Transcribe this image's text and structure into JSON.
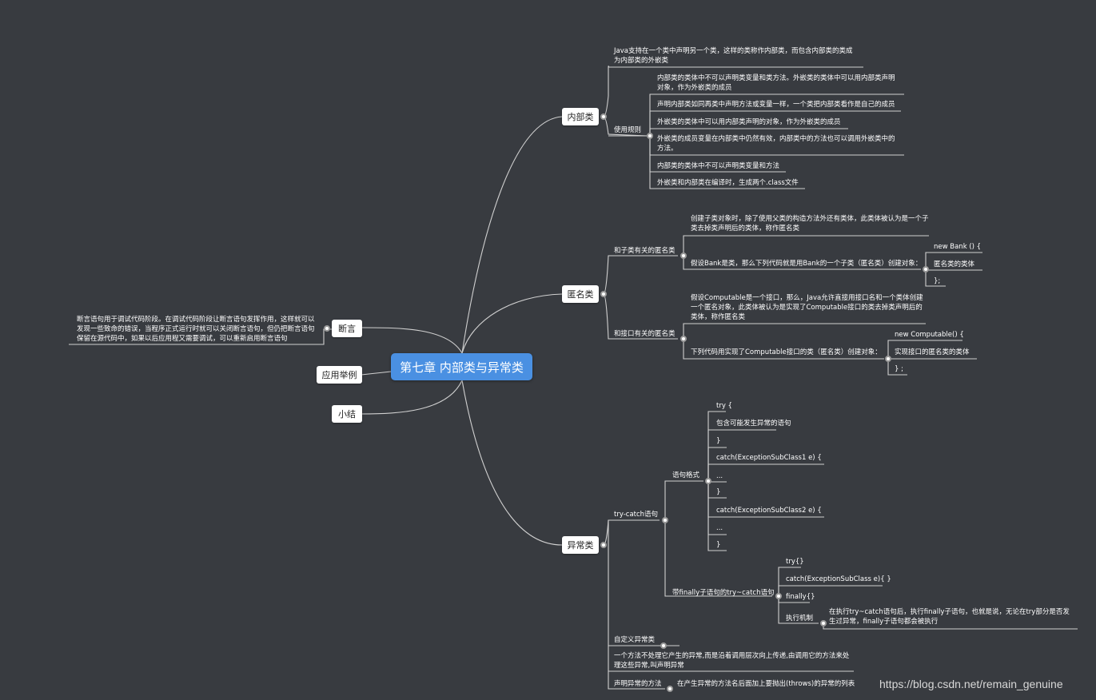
{
  "central": "第七章 内部类与异常类",
  "branches": {
    "inner": "内部类",
    "anon": "匿名类",
    "assert": "断言",
    "example": "应用举例",
    "summary": "小结",
    "exception": "异常类"
  },
  "inner": {
    "def": "Java支持在一个类中声明另一个类，这样的类称作内部类，而包含内部类的类成为内部类的外嵌类",
    "rules_label": "使用规则",
    "rules": [
      "内部类的类体中不可以声明类变量和类方法。外嵌类的类体中可以用内部类声明对象，作为外嵌类的成员",
      "声明内部类如同再类中声明方法或变量一样，一个类把内部类看作是自己的成员",
      "外嵌类的类体中可以用内部类声明的对象，作为外嵌类的成员",
      "外嵌类的成员变量在内部类中仍然有效，内部类中的方法也可以调用外嵌类中的方法。",
      "内部类的类体中不可以声明类变量和方法",
      "外嵌类和内部类在编译时，生成两个.class文件"
    ]
  },
  "anon": {
    "sub_label": "和子类有关的匿名类",
    "sub_desc": "创建子类对象时，除了使用父类的构造方法外还有类体，此类体被认为是一个子类去掉类声明后的类体，称作匿名类",
    "sub_example": "假设Bank是类，那么下列代码就是用Bank的一个子类（匿名类）创建对象：",
    "sub_code": [
      "new Bank () {",
      "匿名类的类体",
      "};"
    ],
    "if_label": "和接口有关的匿名类",
    "if_desc": "假设Computable是一个接口，那么，Java允许直接用接口名和一个类体创建一个匿名对象，此类体被认为是实现了Computable接口的类去掉类声明后的类体，称作匿名类",
    "if_example": "下列代码用实现了Computable接口的类（匿名类）创建对象：",
    "if_code": [
      "new Computable() {",
      "实现接口的匿名类的类体",
      "} ;"
    ]
  },
  "assert": {
    "desc": "断言语句用于调试代码阶段。在调试代码阶段让断言语句发挥作用，这样就可以发现一些致命的错误，当程序正式运行时就可以关闭断言语句，但仍把断言语句保留在源代码中，如果以后应用程又需要调试，可以重新启用断言语句"
  },
  "exception": {
    "trycatch_label": "try-catch语句",
    "format_label": "语句格式",
    "format_code": [
      "try {",
      "包含可能发生异常的语句",
      "}",
      "catch(ExceptionSubClass1  e) {",
      "...",
      "}",
      "catch(ExceptionSubClass2  e) {",
      "...",
      "}"
    ],
    "finally_label": "带finally子语句的try~catch语句",
    "finally_code": [
      "try{}",
      "catch(ExceptionSubClass e){ }",
      "finally{}"
    ],
    "mechanism_label": "执行机制",
    "mechanism_desc": "在执行try~catch语句后，执行finally子语句，也就是说，无论在try部分是否发生过异常，finally子语句都会被执行",
    "custom_label": "自定义异常类",
    "propagate_desc": "一个方法不处理它产生的异常,而是沿着调用层次向上传递,由调用它的方法来处理这些异常,叫声明异常",
    "declare_label": "声明异常的方法",
    "declare_desc": "在产生异常的方法名后面加上要抛出(throws)的异常的列表"
  },
  "watermark": "https://blog.csdn.net/remain_genuine"
}
